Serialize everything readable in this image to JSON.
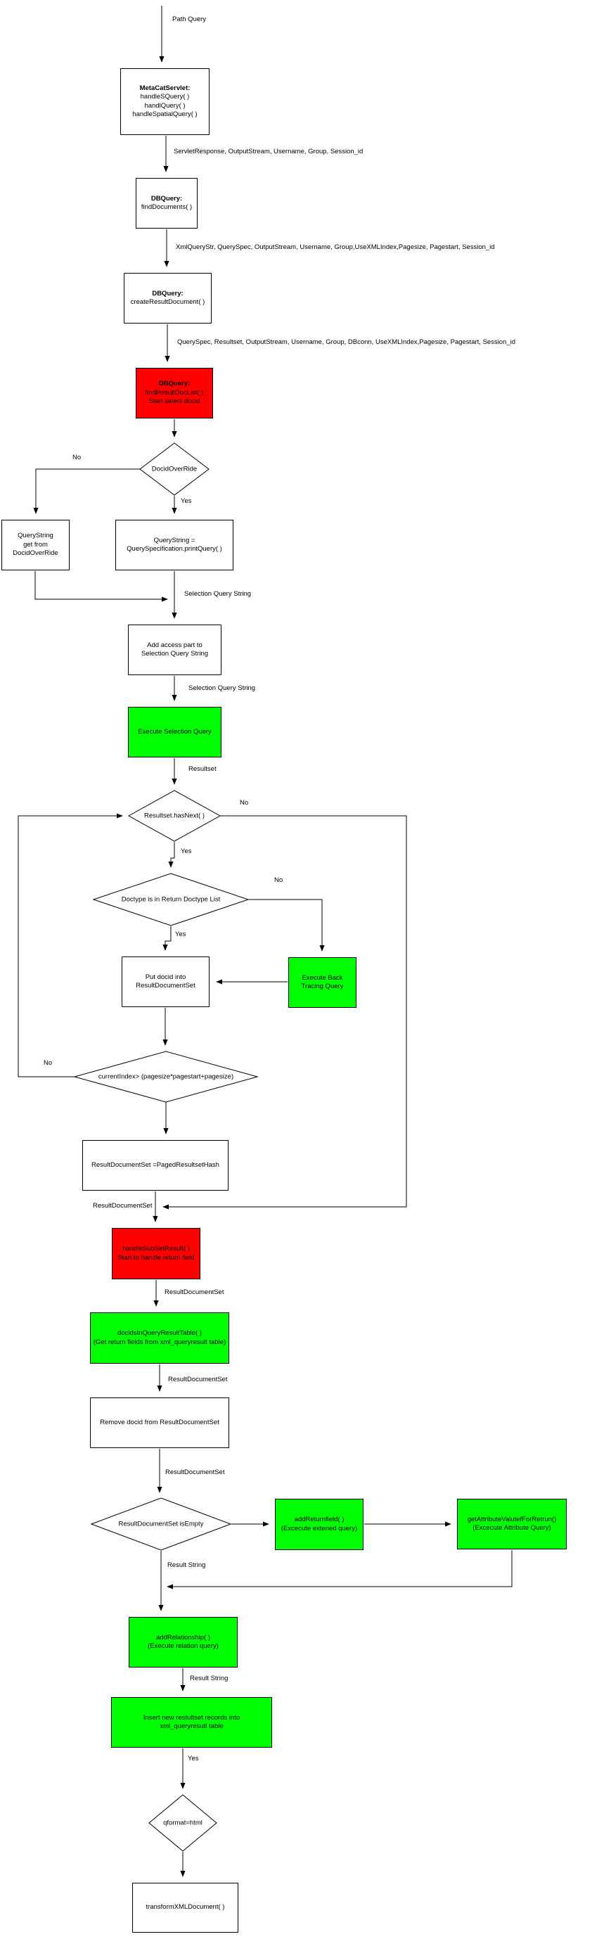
{
  "diagram_title": "Metacat query handling flowchart",
  "colors": {
    "process_fill": "#FFFFFF",
    "highlight_red": "#FF0000",
    "highlight_green": "#00FF00",
    "line": "#000000"
  },
  "nodes": {
    "metacat": {
      "title": "MetaCatServlet:",
      "lines": [
        "handleSQuery( )",
        "handlQuery( )",
        "handleSpatialQuery( )"
      ]
    },
    "dbquery_find": {
      "title": "DBQuery:",
      "lines": [
        "findDocuments( )"
      ]
    },
    "dbquery_create": {
      "title": "DBQuery:",
      "lines": [
        "createResultDocument( )"
      ]
    },
    "dbquery_findlist": {
      "title": "DBQuery:",
      "lines": [
        "findResultDocList( )",
        "Start select docid"
      ]
    },
    "querystring_get": {
      "lines": [
        "QueryString",
        "get from",
        "DocidOverRide"
      ]
    },
    "querystring_print": {
      "lines": [
        "QueryString =",
        "QuerySpecification.printQuery( )"
      ]
    },
    "add_access": {
      "lines": [
        "Add access part to",
        "Selection Query String"
      ]
    },
    "execute_selection": {
      "lines": [
        "Execute Selection Query"
      ]
    },
    "put_docid": {
      "lines": [
        "Put docid into",
        "ResultDocumentSet"
      ]
    },
    "execute_back": {
      "lines": [
        "Execute Back",
        "Tracing Query"
      ]
    },
    "paged_hash": {
      "lines": [
        "ResultDocumentSet =PagedResultsetHash"
      ]
    },
    "handle_subset": {
      "lines": [
        "handleSubSetResult( )",
        "Start to handle return field"
      ]
    },
    "docids_in_table": {
      "lines": [
        "docidsInQueryResultTable( )",
        "(Get return fields from xml_queryresult table)"
      ]
    },
    "remove_docid": {
      "lines": [
        "Remove docid from ResultDocumentSet"
      ]
    },
    "add_returnfield": {
      "lines": [
        "addReturnfield( )",
        "(Excecute extened query)"
      ]
    },
    "get_attribute": {
      "lines": [
        "getAttributeValutefForRetrun()",
        "(Excecute Attribute Query)"
      ]
    },
    "add_relationship": {
      "lines": [
        "addRelationship( )",
        "(Execute relation query)"
      ]
    },
    "insert_resultset": {
      "lines": [
        "Insert new restultset records into",
        "xml_queryresutl table"
      ]
    },
    "transform": {
      "lines": [
        "transformXMLDocument( )"
      ]
    }
  },
  "decisions": {
    "docid_override": "DocidOverRide",
    "hasnext": "Resultset.hasNext( )",
    "doctype_in_list": "Doctype is in Return Doctype List",
    "current_index": "currentIndex> (pagesize*pagestart+pagesize)",
    "isempty": "ResultDocumentSet isEmpty",
    "qformat": "qformat=html"
  },
  "edges": {
    "path_query": "Path Query",
    "servlet_params": "ServletResponse, OutputStream,  Username, Group, Session_id",
    "xml_params": "XmlQueryStr, QuerySpec, OutputStream, Username, Group,UseXMLIndex,Pagesize, Pagestart, Session_id",
    "queryspec_params": "QuerySpec, Resultset, OutputStream, Username, Group, DBconn, UseXMLIndex,Pagesize, Pagestart, Session_id",
    "selection_query_string_1": "Selection Query String",
    "selection_query_string_2": "Selection Query String",
    "resultset": "Resultset",
    "result_document_set_1": "ResultDocumentSet",
    "result_document_set_2": "ResultDocumentSet",
    "result_document_set_3": "ResultDocumentSet",
    "result_document_set_4": "ResultDocumentSet",
    "result_string_1": "Result String",
    "result_string_2": "Result String",
    "docid_no": "No",
    "docid_yes": "Yes",
    "hasnext_no": "No",
    "hasnext_yes": "Yes",
    "doctype_no": "No",
    "doctype_yes": "Yes",
    "current_index_no": "No",
    "qformat_yes": "Yes"
  }
}
